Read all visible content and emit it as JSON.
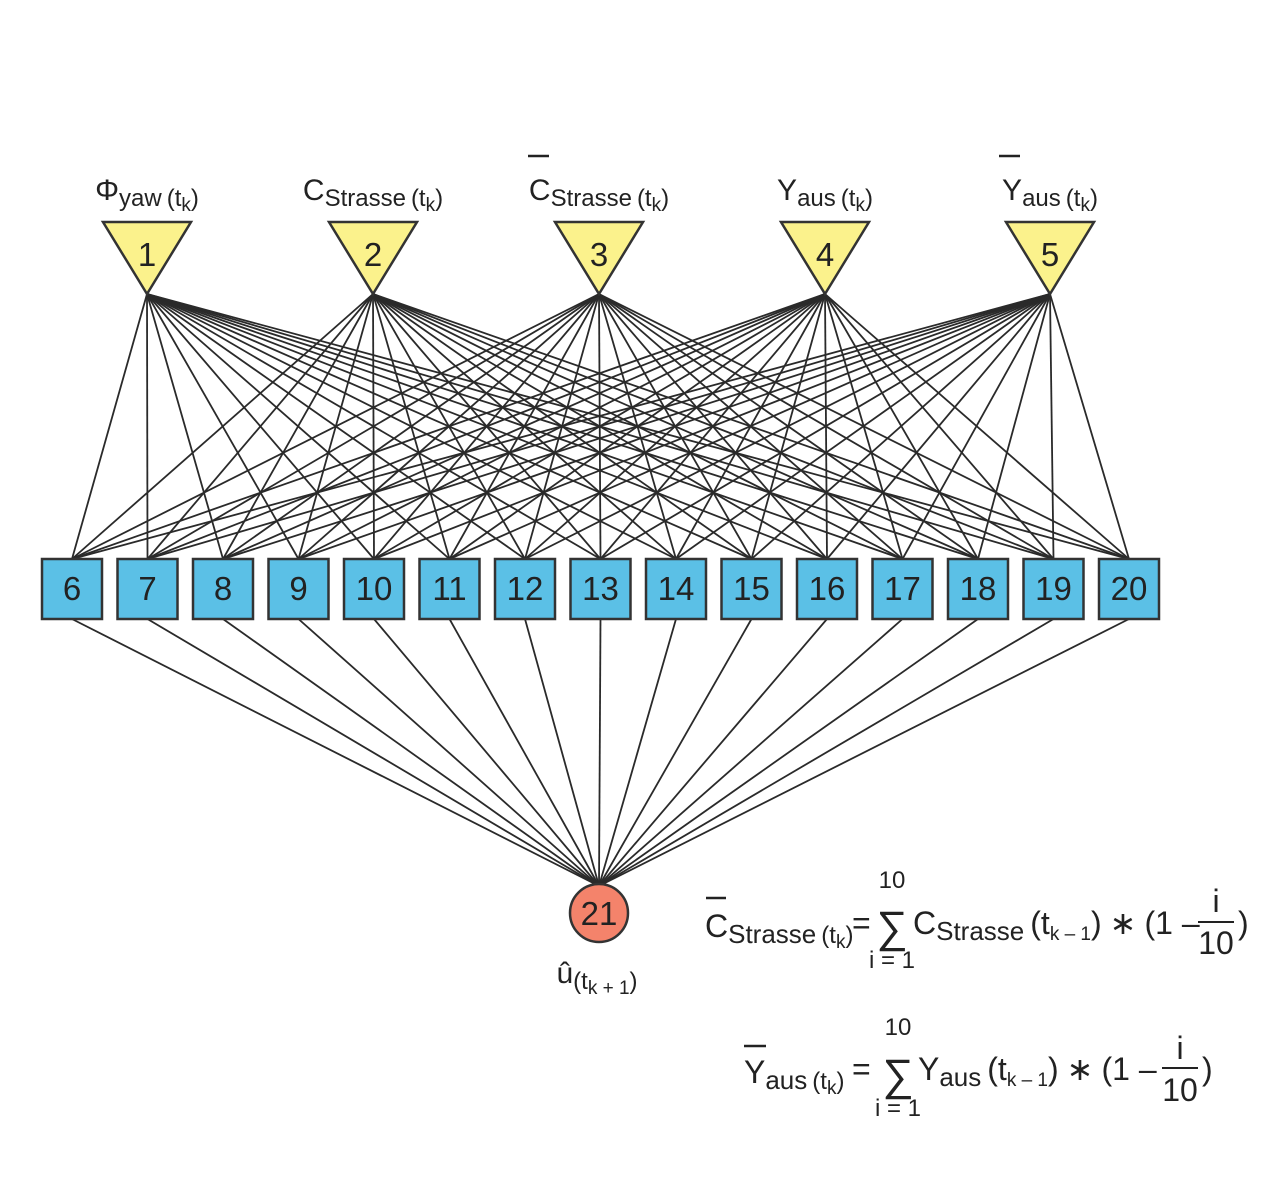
{
  "inputs": [
    {
      "id": "1",
      "label_main": "Φ",
      "label_sub": "yaw",
      "label_arg": "(t",
      "label_arg_sub": "k",
      "label_close": ")",
      "overline": false
    },
    {
      "id": "2",
      "label_main": "C",
      "label_sub": "Strasse",
      "label_arg": "(t",
      "label_arg_sub": "k",
      "label_close": ")",
      "overline": false
    },
    {
      "id": "3",
      "label_main": "C",
      "label_sub": "Strasse",
      "label_arg": "(t",
      "label_arg_sub": "k",
      "label_close": ")",
      "overline": true
    },
    {
      "id": "4",
      "label_main": "Y",
      "label_sub": "aus",
      "label_arg": "(t",
      "label_arg_sub": "k",
      "label_close": ")",
      "overline": false
    },
    {
      "id": "5",
      "label_main": "Y",
      "label_sub": "aus",
      "label_arg": "(t",
      "label_arg_sub": "k",
      "label_close": ")",
      "overline": true
    }
  ],
  "hidden": [
    "6",
    "7",
    "8",
    "9",
    "10",
    "11",
    "12",
    "13",
    "14",
    "15",
    "16",
    "17",
    "18",
    "19",
    "20"
  ],
  "output": {
    "id": "21",
    "label_main": "û",
    "label_arg": "(t",
    "label_arg_sub": "k + 1",
    "label_close": ")"
  },
  "formulas": [
    {
      "lhs_main": "C",
      "lhs_sub": "Strasse",
      "lhs_arg": "(t",
      "lhs_arg_sub": "k",
      "lhs_close": ")",
      "equals": "=",
      "sum_symbol": "∑",
      "sum_upper": "10",
      "sum_lower": "i = 1",
      "term_main": "C",
      "term_sub": "Strasse",
      "term_arg": "(t",
      "term_arg_sub": "k – 1",
      "term_close": ")",
      "times": "∗",
      "paren_open": "(1 –",
      "frac_num": "i",
      "frac_den": "10",
      "paren_close": ")"
    },
    {
      "lhs_main": "Y",
      "lhs_sub": "aus",
      "lhs_arg": "(t",
      "lhs_arg_sub": "k",
      "lhs_close": ")",
      "equals": "=",
      "sum_symbol": "∑",
      "sum_upper": "10",
      "sum_lower": "i = 1",
      "term_main": "Y",
      "term_sub": "aus",
      "term_arg": "(t",
      "term_arg_sub": "k – 1",
      "term_close": ")",
      "times": "∗",
      "paren_open": "(1 –",
      "frac_num": "i",
      "frac_den": "10",
      "paren_close": ")"
    }
  ],
  "colors": {
    "input_fill": "#fbf28c",
    "hidden_fill": "#5bc0e6",
    "output_fill": "#f4836b",
    "stroke": "#333333",
    "edge": "#2a2a2a"
  }
}
